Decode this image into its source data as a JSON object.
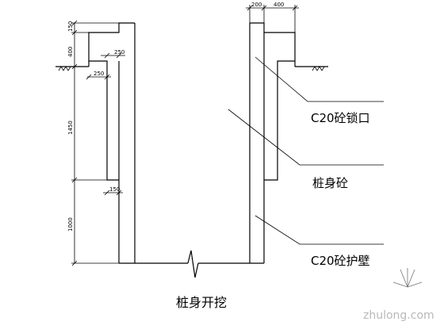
{
  "caption": "桩身开挖",
  "callouts": [
    {
      "key": "lock",
      "text": "C20砼锁口"
    },
    {
      "key": "pile",
      "text": "桩身砼"
    },
    {
      "key": "wall",
      "text": "C20砼护壁"
    }
  ],
  "dimensions": {
    "top_left_150": "150",
    "top_left_400": "400",
    "inner_250_a": "250",
    "inner_250_b": "250",
    "mid_1450": "1450",
    "step_150": "150",
    "low_1000": "1000",
    "top_200": "200",
    "top_400": "400"
  },
  "watermark": {
    "text": "zhulong.com"
  }
}
